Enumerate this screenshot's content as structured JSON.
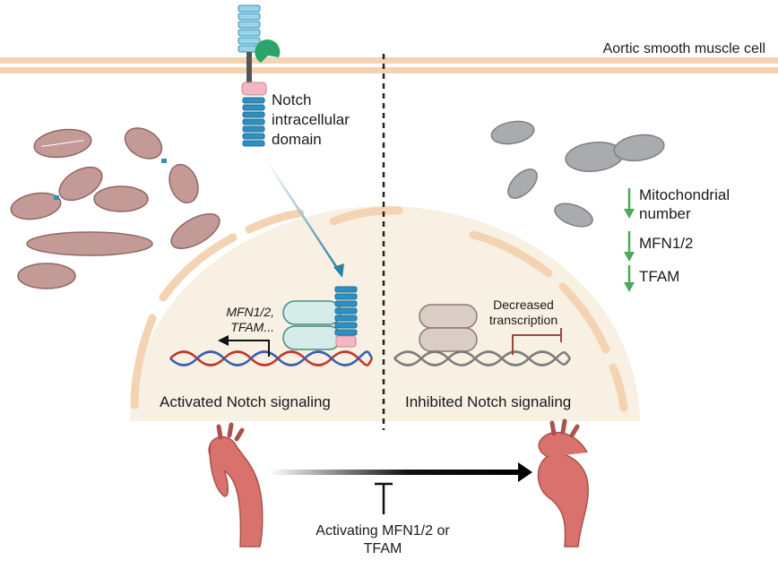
{
  "cell_label": "Aortic smooth muscle cell",
  "notch_domain_label": "Notch intracellular domain",
  "gene_targets_label": "MFN1/2, TFAM...",
  "decreased_transcription_label": "Decreased transcription",
  "panels": {
    "left": "Activated Notch signaling",
    "right": "Inhibited Notch signaling"
  },
  "effects": [
    {
      "direction": "down",
      "label": "Mitochondrial number"
    },
    {
      "direction": "down",
      "label": "MFN1/2"
    },
    {
      "direction": "down",
      "label": "TFAM"
    }
  ],
  "intervention_label": "Activating MFN1/2 or TFAM",
  "colors": {
    "membrane": "#f3d3b1",
    "nucleus_fill": "#f7f0e3",
    "nuclear_envelope": "#f3d3b1",
    "notch_receptor": "#2e8fc0",
    "notch_extracellular": "#9ad3e6",
    "ligand_green": "#2aa46a",
    "pink_segment": "#f2b8c2",
    "healthy_mito": "#c49a96",
    "damaged_mito": "#a9abae",
    "dna_red": "#c0392b",
    "dna_blue": "#3a5fb0",
    "dna_gray": "#7d7d7d",
    "aorta": "#d9726d",
    "arrow_green": "#4caa5a",
    "repressor_red": "#a0463f"
  }
}
